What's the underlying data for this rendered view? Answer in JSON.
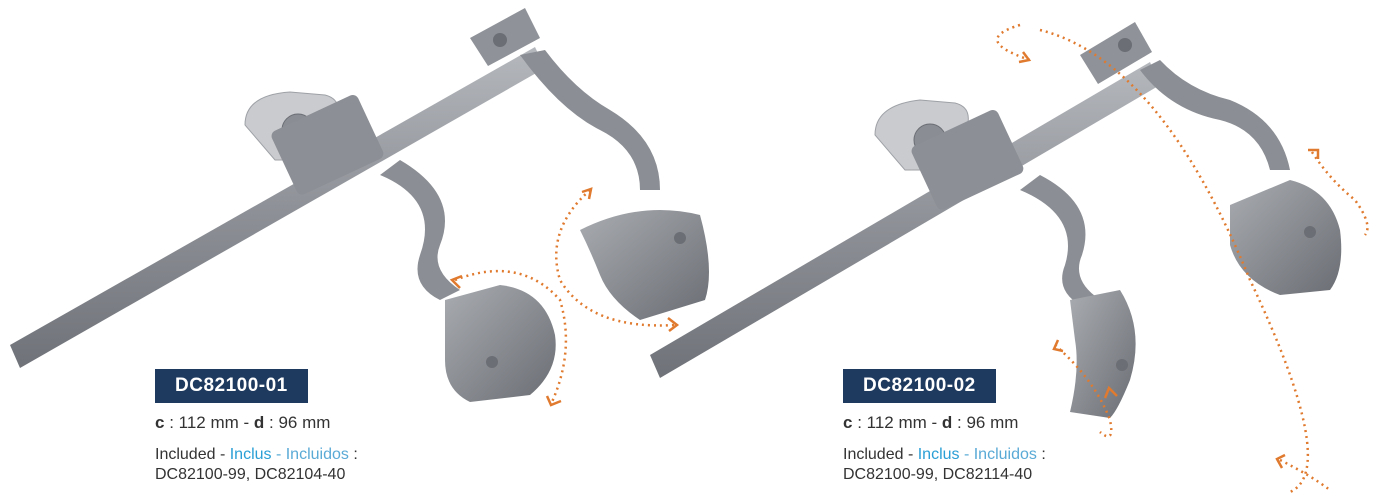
{
  "colors": {
    "badge_bg": "#1f3a5f",
    "metal_dark": "#7d8086",
    "metal_mid": "#9a9da3",
    "metal_light": "#c2c5ca",
    "arrow": "#e07a2e",
    "fr_text": "#2a9fd6",
    "es_text": "#5aaad6"
  },
  "products": [
    {
      "code": "DC82100-01",
      "dim_c_label": "c",
      "dim_c_value": ": 112 mm - ",
      "dim_d_label": "d",
      "dim_d_value": ": 96 mm",
      "included_en": "Included - ",
      "included_fr": "Inclus",
      "included_sep": " - ",
      "included_es": "Incluidos",
      "included_colon": " :",
      "parts": "DC82100-99, DC82104-40",
      "image_icon": "retractor-image-icon"
    },
    {
      "code": "DC82100-02",
      "dim_c_label": "c",
      "dim_c_value": ": 112 mm - ",
      "dim_d_label": "d",
      "dim_d_value": ": 96 mm",
      "included_en": "Included - ",
      "included_fr": "Inclus",
      "included_sep": " - ",
      "included_es": "Incluidos",
      "included_colon": " :",
      "parts": "DC82100-99, DC82114-40",
      "image_icon": "retractor-image-icon"
    }
  ]
}
